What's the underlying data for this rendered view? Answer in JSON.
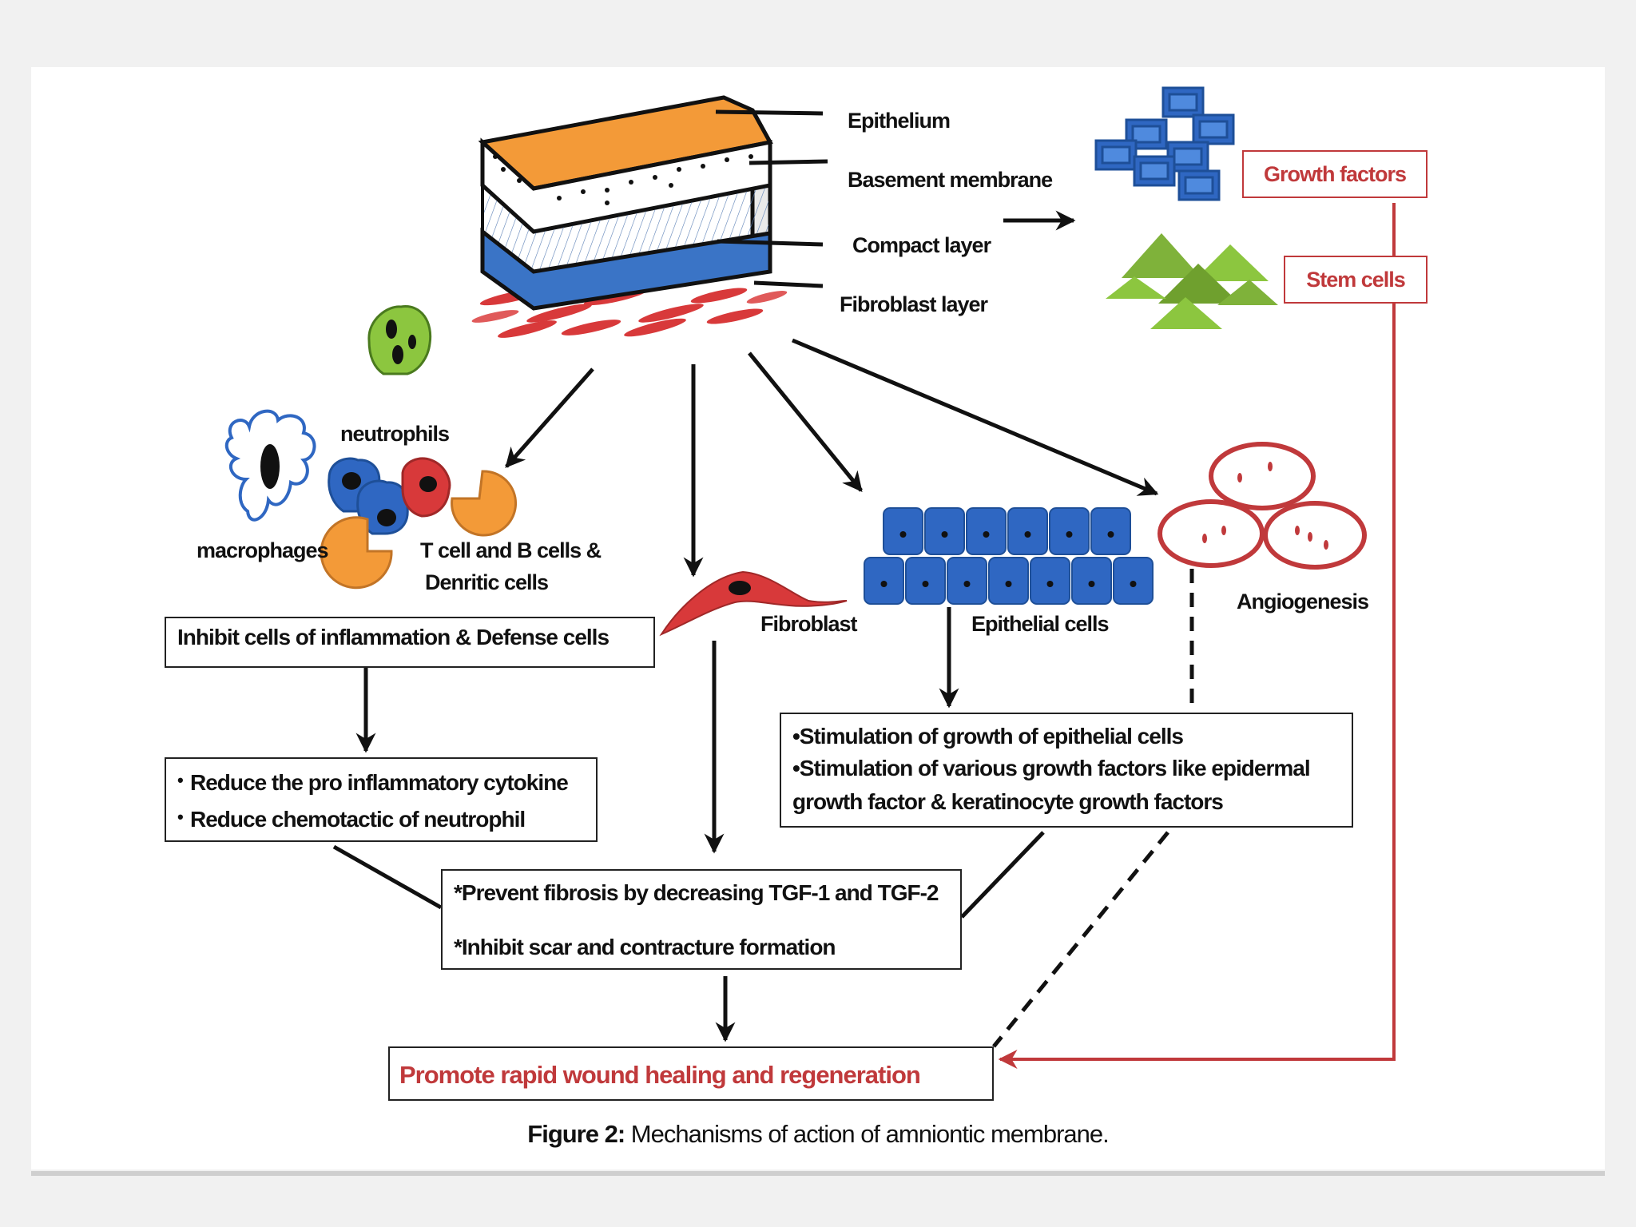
{
  "layers": {
    "epithelium": "Epithelium",
    "basement_membrane": "Basement membrane",
    "compact_layer": "Compact layer",
    "fibroblast_layer": "Fibroblast layer"
  },
  "factors": {
    "growth_factors": "Growth factors",
    "stem_cells": "Stem cells"
  },
  "cells": {
    "neutrophils": "neutrophils",
    "macrophages": "macrophages",
    "t_b_cells_line1": "T cell and B cells &",
    "t_b_cells_line2": "Denritic cells",
    "fibroblast": "Fibroblast",
    "epithelial_cells": "Epithelial cells",
    "angiogenesis": "Angiogenesis"
  },
  "boxes": {
    "inhibit": "Inhibit cells of inflammation &  Defense cells",
    "reduce_1": "Reduce the pro inflammatory cytokine",
    "reduce_2": "Reduce chemotactic of neutrophil",
    "stimulation_1": "•Stimulation of growth of epithelial cells",
    "stimulation_2": "•Stimulation of various growth factors like epidermal",
    "stimulation_3": "growth factor & keratinocyte growth factors",
    "prevent_1": "*Prevent fibrosis by decreasing TGF-1 and TGF-2",
    "prevent_2": "*Inhibit scar and contracture formation",
    "promote": "Promote rapid wound healing and regeneration"
  },
  "caption": {
    "label": "Figure 2:",
    "text": " Mechanisms of action of amniontic membrane."
  },
  "colors": {
    "epithelium_orange": "#f39a38",
    "compact_blue": "#3a74c6",
    "fibroblast_red": "#d8393a",
    "neutrophil_green": "#8cc63f",
    "growth_factor_blue": "#2f67c2",
    "stem_cell_green": "#7fb23a",
    "accent_red": "#c0393b"
  }
}
